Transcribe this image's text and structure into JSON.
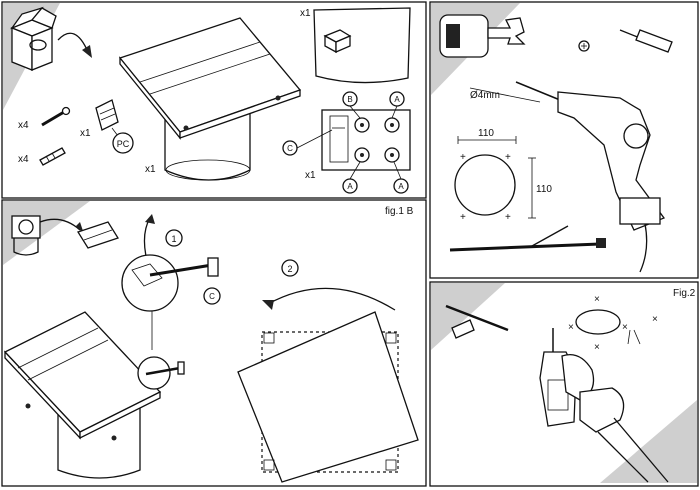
{
  "panels": {
    "contents": {
      "fan_qty": "x1",
      "screw_qty": "x4",
      "plug_qty": "x4",
      "pc_qty": "x1",
      "pc_label": "PC",
      "sticker_qty": "x1",
      "terminal_qty": "x1",
      "callouts": [
        "B",
        "A",
        "C",
        "A",
        "A"
      ]
    },
    "fig1b": {
      "label": "fig.1 B",
      "steps": [
        "1",
        "2"
      ],
      "callout_c": "C"
    },
    "drilling": {
      "drill_size": "Ø4mm",
      "width": "110",
      "height": "110",
      "markers": "+"
    },
    "fig2": {
      "label": "Fig.2",
      "markers": "×"
    }
  }
}
